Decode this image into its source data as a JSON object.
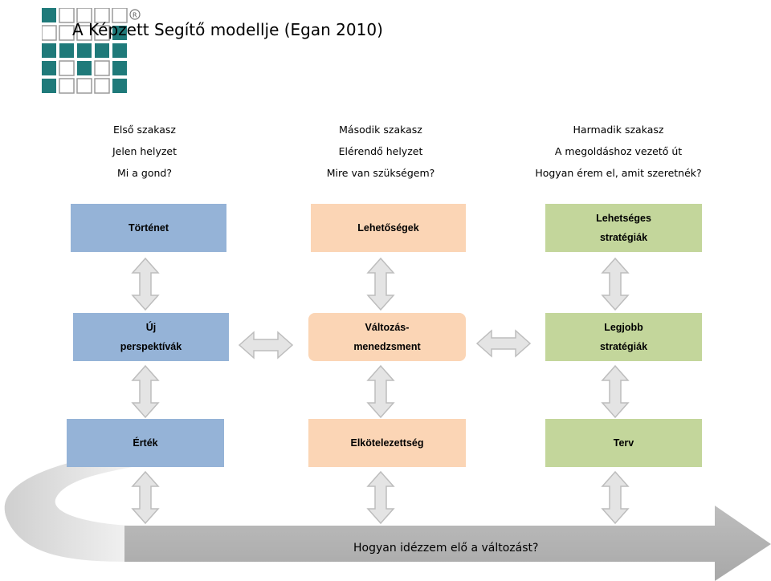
{
  "title": "A Képzett Segítő modellje (Egan 2010)",
  "stages": [
    {
      "name": "Első szakasz",
      "subtitle": "Jelen helyzet",
      "question": "Mi a gond?"
    },
    {
      "name": "Második szakasz",
      "subtitle": "Elérendő helyzet",
      "question": "Mire van szükségem?"
    },
    {
      "name": "Harmadik szakasz",
      "subtitle": "A megoldáshoz vezető út",
      "question": "Hogyan érem el, amit szeretnék?"
    }
  ],
  "rows": [
    [
      {
        "line1": "Történet",
        "line2": ""
      },
      {
        "line1": "Lehetőségek",
        "line2": ""
      },
      {
        "line1": "Lehetséges",
        "line2": "stratégiák"
      }
    ],
    [
      {
        "line1": "Új",
        "line2": "perspektívák"
      },
      {
        "line1": "Változás-",
        "line2": "menedzsment"
      },
      {
        "line1": "Legjobb",
        "line2": "stratégiák"
      }
    ],
    [
      {
        "line1": "Érték",
        "line2": ""
      },
      {
        "line1": "Elkötelezettség",
        "line2": ""
      },
      {
        "line1": "Terv",
        "line2": ""
      }
    ]
  ],
  "bottom_text": "Hogyan idézzem elő a változást?",
  "colors": {
    "blue": "#95b3d7",
    "orange": "#fbd5b5",
    "green": "#c3d69b",
    "logo": "#1f7a7a",
    "arrow": "#e4e4e4"
  }
}
